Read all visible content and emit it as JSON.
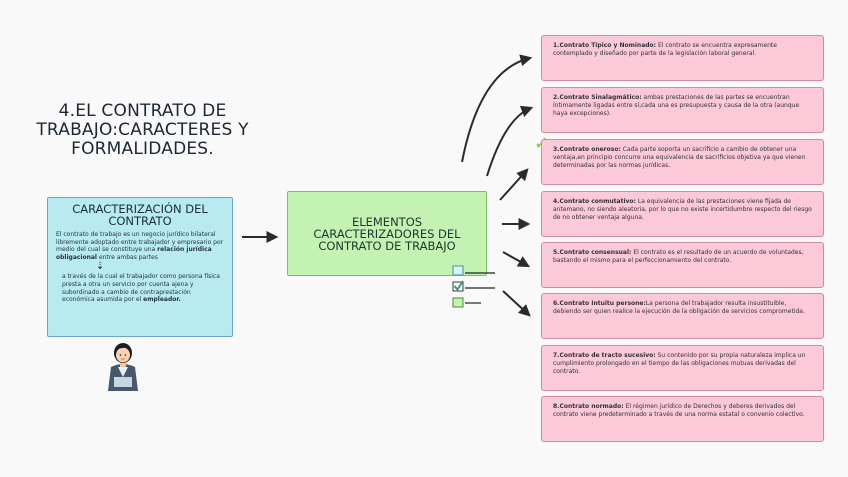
{
  "title": {
    "line1": "4.EL CONTRATO DE",
    "line2": "TRABAJO:CARACTERES Y",
    "line3": "FORMALIDADES."
  },
  "characterization": {
    "title_line1": "CARACTERIZACIÓN DEL",
    "title_line2": "CONTRATO",
    "text_before": "El contrato de trabajo es un negocio jurídico bilateral libremente adoptado entre trabajador y empresario por medio del cual se constituye una ",
    "bold_phrase": "relación jurídica obligacional",
    "text_after": " entre ambas partes",
    "down_arrow": "⇣",
    "text2_before": "a través de la cual el trabajador como persona física presta a otra un servicio por cuenta ajena y subordinado a cambio de contraprestación económica asumida por el ",
    "text2_bold": "empleador."
  },
  "elements": {
    "line1": "ELEMENTOS",
    "line2": "CARACTERIZADORES DEL",
    "line3": "CONTRATO DE TRABAJO"
  },
  "contracts": [
    {
      "label": "1.Contrato Típico y Nominado:",
      "text": " El contrato se encuentra expresamente contemplado y diseñado por parte de la legislación laboral general."
    },
    {
      "label": "2.Contrato  Sinalagmático:",
      "text": " ambas prestaciones de las partes se encuentran íntimamente ligadas entre sí,cada una es presupuesta y causa de la otra (aunque haya excepciones)."
    },
    {
      "label": "3.Contrato oneroso:",
      "text": " Cada parte soporta un sacrificio a cambio de obtener una ventaja,en principio concurre una equivalencia de sacrificios objetiva ya que vienen determinadas por las normas jurídicas."
    },
    {
      "label": "4.Contrato conmutativo:",
      "text": " La equivalencia de las prestaciones viene fijada de antemano, no siendo aleatoria, por lo que no existe incertidumbre respecto del riesgo de no obtener ventaja alguna."
    },
    {
      "label": "5.Contrato consensual:",
      "text": " El contrato es el resultado de un acuerdo de voluntades, bastando el mismo para el perfeccionamiento del contrato."
    },
    {
      "label": "6.Contrato Intuitu persone:",
      "text": "La persona del trabajador resulta insustituible, debiendo ser quien realice la ejecución de la obligación de servicios comprometida."
    },
    {
      "label": "7.Contrato de tracto sucesivo:",
      "text": " Su contenido por su propia naturaleza implica un cumplimiento prolongado en el tiempo de las obligaciones mutuas derivadas del contrato."
    },
    {
      "label": "8.Contrato normado:",
      "text": " El régimen jurídico de Derechos y deberes derivados del contrato viene predeterminado a través de una norma estatal o convenio colectivo."
    }
  ],
  "colors": {
    "characterization_bg": "#b8eaf2",
    "elements_bg": "#c4f2b2",
    "contract_bg": "#fbc9d8",
    "arrow": "#2b2b2b"
  },
  "icons": {
    "person": "person-icon",
    "checklist": "checklist-icon",
    "checkmark": "checkmark-icon"
  }
}
